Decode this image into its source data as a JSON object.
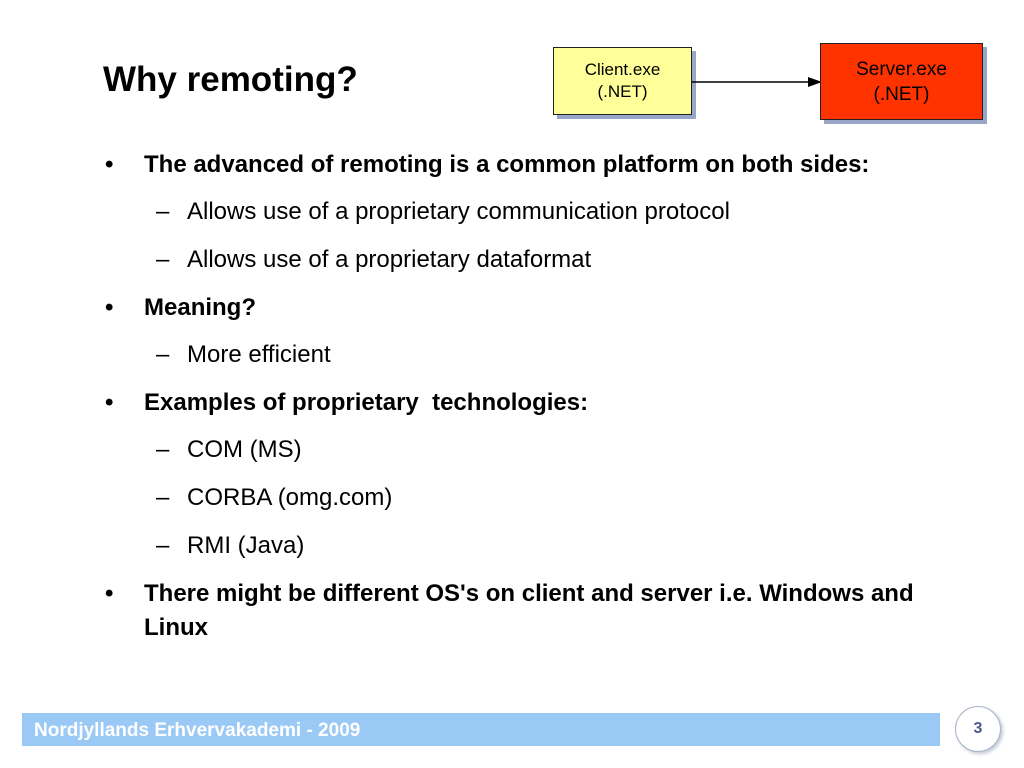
{
  "slide": {
    "title": "Why remoting?",
    "page_number": "3"
  },
  "diagram": {
    "client": {
      "line1": "Client.exe",
      "line2": "(.NET)",
      "color": "#ffff99"
    },
    "server": {
      "line1": "Server.exe",
      "line2": "(.NET)",
      "color": "#ff3300"
    },
    "arrow_color": "#000000"
  },
  "bullets": [
    {
      "level": 1,
      "marker": "•",
      "text": "The advanced of remoting is a common platform on both sides:"
    },
    {
      "level": 2,
      "marker": "–",
      "text": "Allows use of a proprietary communication protocol"
    },
    {
      "level": 2,
      "marker": "–",
      "text": "Allows use of a proprietary dataformat"
    },
    {
      "level": 1,
      "marker": "•",
      "text": "Meaning?"
    },
    {
      "level": 2,
      "marker": "–",
      "text": "More efficient"
    },
    {
      "level": 1,
      "marker": "•",
      "text": "Examples of proprietary  technologies:"
    },
    {
      "level": 2,
      "marker": "–",
      "text": "COM (MS)"
    },
    {
      "level": 2,
      "marker": "–",
      "text": "CORBA (omg.com)"
    },
    {
      "level": 2,
      "marker": "–",
      "text": "RMI (Java)"
    },
    {
      "level": 1,
      "marker": "•",
      "text": "There might be different OS's on client and server i.e. Windows  and Linux"
    }
  ],
  "footer": {
    "text": "Nordjyllands Erhvervakademi - 2009",
    "bar_color": "#9bc9f5"
  }
}
